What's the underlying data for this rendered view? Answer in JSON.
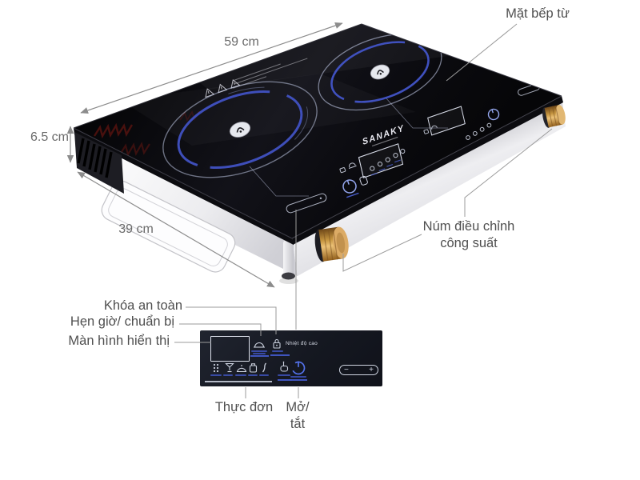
{
  "annotations": {
    "surface_label": "Mặt bếp từ",
    "width_label": "59 cm",
    "height_label": "6.5 cm",
    "depth_label": "39 cm",
    "knob_label_line1": "Núm điều chỉnh",
    "knob_label_line2": "công suất",
    "lock_label": "Khóa an toàn",
    "timer_label": "Hẹn giờ/ chuẩn bị",
    "display_label": "Màn hình hiển thị",
    "menu_label": "Thực đơn",
    "power_label_line1": "Mở/",
    "power_label_line2": "tắt"
  },
  "product": {
    "brand": "SANAKY"
  },
  "panel_detail": {
    "high_temp_label": "Nhiệt độ cao",
    "minus": "−",
    "plus": "+"
  },
  "colors": {
    "burner_ring_blue": "#4254c8",
    "panel_accent_blue": "#4157c6",
    "power_icon_blue": "#5371ea",
    "brass_knob": "#d8a75c",
    "label_gray": "#4f4f4f",
    "glass_black": "#0b0b0f"
  }
}
